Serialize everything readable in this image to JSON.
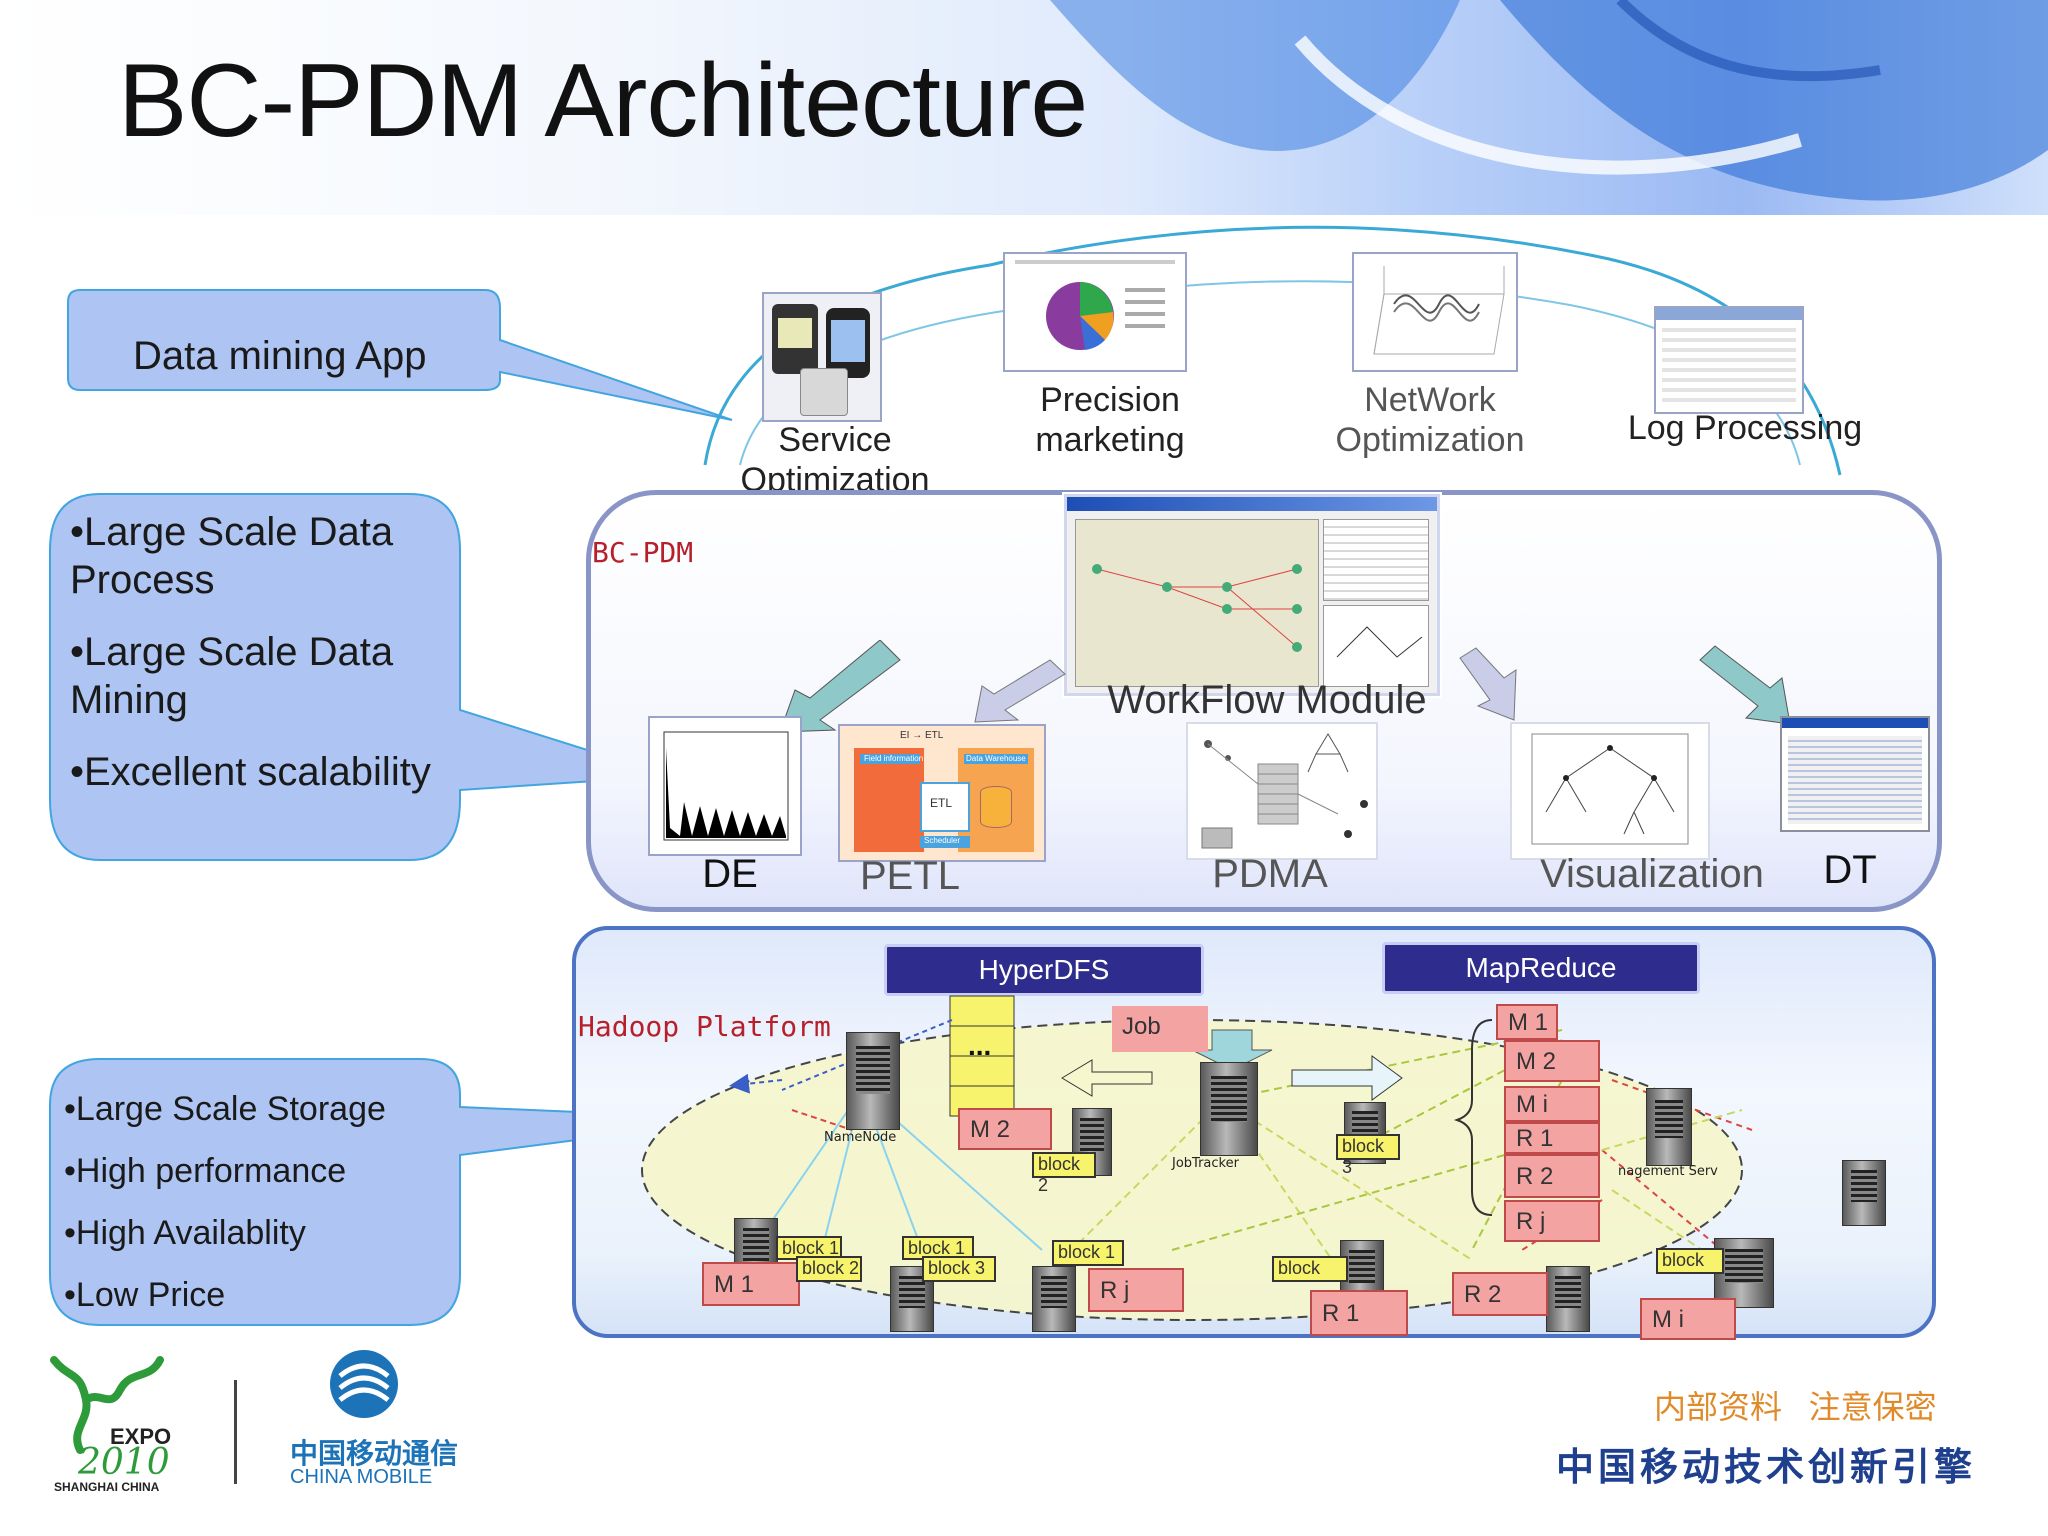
{
  "title": "BC-PDM Architecture",
  "callouts": {
    "app": "Data mining App",
    "platform": [
      "•Large Scale Data Process",
      "•Large Scale Data Mining",
      "•Excellent scalability"
    ],
    "hadoop": [
      "•Large Scale Storage",
      "•High performance",
      "•High Availablity",
      "•Low Price"
    ]
  },
  "apps": [
    {
      "label": "Service\nOptimization",
      "icon": "phone-icon"
    },
    {
      "label": "Precision\nmarketing",
      "icon": "pie-chart-icon"
    },
    {
      "label": "NetWork\nOptimization",
      "icon": "3d-plot-icon"
    },
    {
      "label": "Log Processing",
      "icon": "log-window-icon"
    }
  ],
  "bcpdm": {
    "tag": "BC-PDM",
    "workflow": "WorkFlow Module",
    "modules": [
      "DE",
      "PETL",
      "PDMA",
      "Visualization",
      "DT"
    ],
    "petl_labels": {
      "top": "EI → ETL",
      "mid": "ETL",
      "left": "Field information",
      "right": "Data Warehouse",
      "bottom": "Scheduler"
    }
  },
  "hadoop": {
    "tag": "Hadoop Platform",
    "hyperdfs": "HyperDFS",
    "mapreduce": "MapReduce",
    "job": "Job",
    "namenode": "NameNode",
    "jobtracker": "JobTracker",
    "mgmt": "nagement Serv",
    "dots": "...",
    "stack": [
      "M 1",
      "M 2",
      "M i",
      "R 1",
      "R 2",
      "R j"
    ],
    "blocks": [
      "block 2",
      "block 3",
      "block 1",
      "block 2",
      "block 1",
      "block 3",
      "block 1",
      "block",
      "block"
    ],
    "tasks": [
      "M 2",
      "M 1",
      "R j",
      "R 1",
      "R 2",
      "M i"
    ]
  },
  "footer": {
    "expo": "EXPO",
    "expo_year": "2010",
    "expo_city": "SHANGHAI CHINA",
    "cm_cn": "中国移动通信",
    "cm_en": "CHINA MOBILE",
    "confidential": "内部资料   注意保密",
    "slogan": "中国移动技术创新引擎"
  },
  "colors": {
    "callout": "#aec4f2",
    "callout_border": "#42a5e0",
    "header_btn": "#2e2c8c",
    "task_red": "#f4a3a3",
    "block_yellow": "#f7f36c",
    "confidential": "#e08a2a",
    "slogan": "#1f3f8f"
  }
}
